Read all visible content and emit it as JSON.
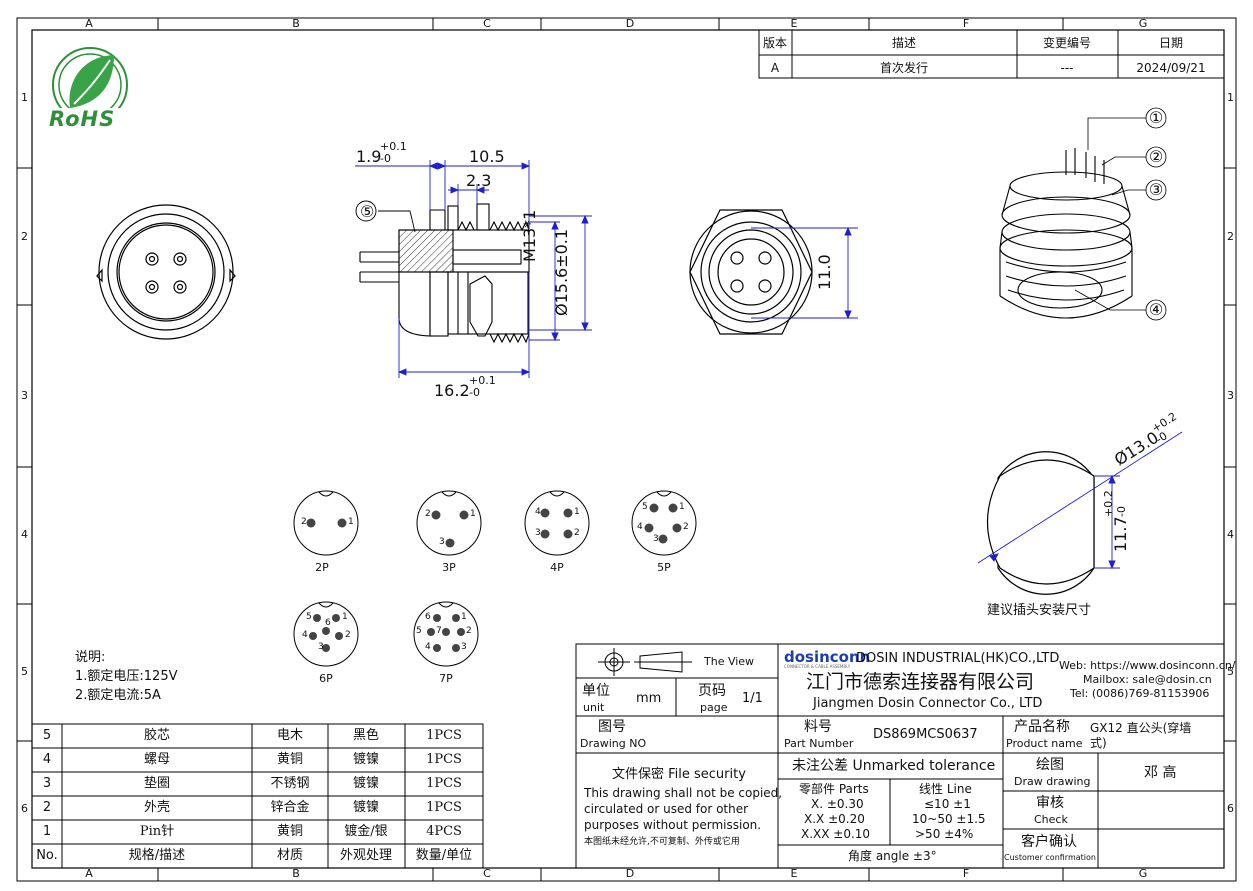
{
  "border": {
    "columns": [
      "A",
      "B",
      "C",
      "D",
      "E",
      "F",
      "G"
    ],
    "rows": [
      "1",
      "2",
      "3",
      "4",
      "5",
      "6"
    ]
  },
  "revision": {
    "headers": [
      "版本",
      "描述",
      "变更编号",
      "日期"
    ],
    "row": [
      "A",
      "首次发行",
      "---",
      "2024/09/21"
    ]
  },
  "logo": {
    "text": "RoHS"
  },
  "dimensions": {
    "d1": "1.9",
    "d1_tol_up": "+0.1",
    "d1_tol_dn": "-0",
    "d2": "10.5",
    "d3": "2.3",
    "d4": "16.2",
    "d4_tol_up": "+0.1",
    "d4_tol_dn": "-0",
    "thread": "M13*1",
    "dia": "Ø15.6±0.1",
    "pin_span": "11.0",
    "mount_dia": "Ø13.0",
    "mount_dia_up": "+0.2",
    "mount_dia_dn": "-0",
    "mount_flat": "11.7",
    "mount_flat_up": "+0.2",
    "mount_flat_dn": "-0"
  },
  "callouts": [
    "①",
    "②",
    "③",
    "④",
    "⑤"
  ],
  "mount_caption": "建议插头安装尺寸",
  "pin_layouts": [
    {
      "label": "2P",
      "pins": [
        "1",
        "2"
      ]
    },
    {
      "label": "3P",
      "pins": [
        "1",
        "2",
        "3"
      ]
    },
    {
      "label": "4P",
      "pins": [
        "1",
        "2",
        "3",
        "4"
      ]
    },
    {
      "label": "5P",
      "pins": [
        "1",
        "2",
        "3",
        "4",
        "5"
      ]
    },
    {
      "label": "6P",
      "pins": [
        "1",
        "2",
        "3",
        "4",
        "5",
        "6"
      ]
    },
    {
      "label": "7P",
      "pins": [
        "1",
        "2",
        "3",
        "4",
        "5",
        "6",
        "7"
      ]
    }
  ],
  "notes": {
    "title": "说明:",
    "line1": "1.额定电压:125V",
    "line2": "2.额定电流:5A"
  },
  "bom": {
    "header": [
      "No.",
      "规格/描述",
      "材质",
      "外观处理",
      "数量/单位"
    ],
    "rows": [
      [
        "5",
        "胶芯",
        "电木",
        "黑色",
        "1PCS"
      ],
      [
        "4",
        "螺母",
        "黄铜",
        "镀镍",
        "1PCS"
      ],
      [
        "3",
        "垫圈",
        "不锈钢",
        "镀镍",
        "1PCS"
      ],
      [
        "2",
        "外壳",
        "锌合金",
        "镀镍",
        "1PCS"
      ],
      [
        "1",
        "Pin针",
        "黄铜",
        "镀金/银",
        "4PCS"
      ]
    ]
  },
  "title_block": {
    "view_label": "The View",
    "unit_label_cn": "单位",
    "unit_label_en": "unit",
    "unit_value": "mm",
    "page_label_cn": "页码",
    "page_label_en": "page",
    "page_value": "1/1",
    "brand": "dosinconn",
    "brand_sub": "CONNECTOR & CABLE ASSEMBLY",
    "company_en_hk": "DOSIN INDUSTRIAL(HK)CO.,LTD",
    "company_cn": "江门市德索连接器有限公司",
    "company_en": "Jiangmen Dosin Connector Co., LTD",
    "web": "Web: https://www.dosinconn.cn/",
    "mail": "Mailbox: sale@dosin.cn",
    "tel": "Tel: (0086)769-81153906",
    "drawing_no_cn": "图号",
    "drawing_no_en": "Drawing NO",
    "part_no_cn": "料号",
    "part_no_en": "Part Number",
    "part_no": "DS869MCS0637",
    "product_name_cn": "产品名称",
    "product_name_en": "Product name",
    "product_name_line1": "GX12 直公头(穿墙",
    "product_name_line2": "式)",
    "security_title": "文件保密  File security",
    "security_en1": "This drawing shall not be copied,",
    "security_en2": "circulated or used for other",
    "security_en3": "purposes without permission.",
    "security_cn": "本图纸未经允许,不可复制、外传或它用",
    "tolerance_title": "未注公差 Unmarked tolerance",
    "parts_label": "零部件 Parts",
    "line_label": "线性 Line",
    "tol_rows": [
      [
        "X.  ±0.30",
        "≤10  ±1"
      ],
      [
        "X.X  ±0.20",
        "10~50  ±1.5"
      ],
      [
        "X.XX  ±0.10",
        ">50  ±4%"
      ]
    ],
    "angle": "角度 angle  ±3°",
    "draw_cn": "绘图",
    "draw_en": "Draw drawing",
    "draw_value": "邓 高",
    "check_cn": "审核",
    "check_en": "Check",
    "customer_cn": "客户确认",
    "customer_en": "Customer confirmation"
  }
}
